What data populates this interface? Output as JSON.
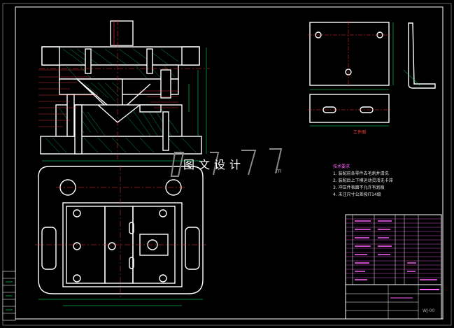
{
  "watermark": {
    "text": "图文设计",
    "suffix": "m"
  },
  "notes": {
    "title": "技术要求",
    "lines": [
      "1. 装配前各零件去毛刺并清洗",
      "2. 装配后上下模运动灵活无卡滞",
      "3. 冲压件表面不允许有划痕",
      "4. 未注尺寸公差按IT14级"
    ]
  },
  "part_view_label": "工件图",
  "drawing_number": "WJ-00",
  "colors": {
    "background": "#000000",
    "outline": "#ffffff",
    "center": "#ff3030",
    "dimension": "#00ff66",
    "hatch": "#00cc66",
    "table": "#ff66ff"
  }
}
